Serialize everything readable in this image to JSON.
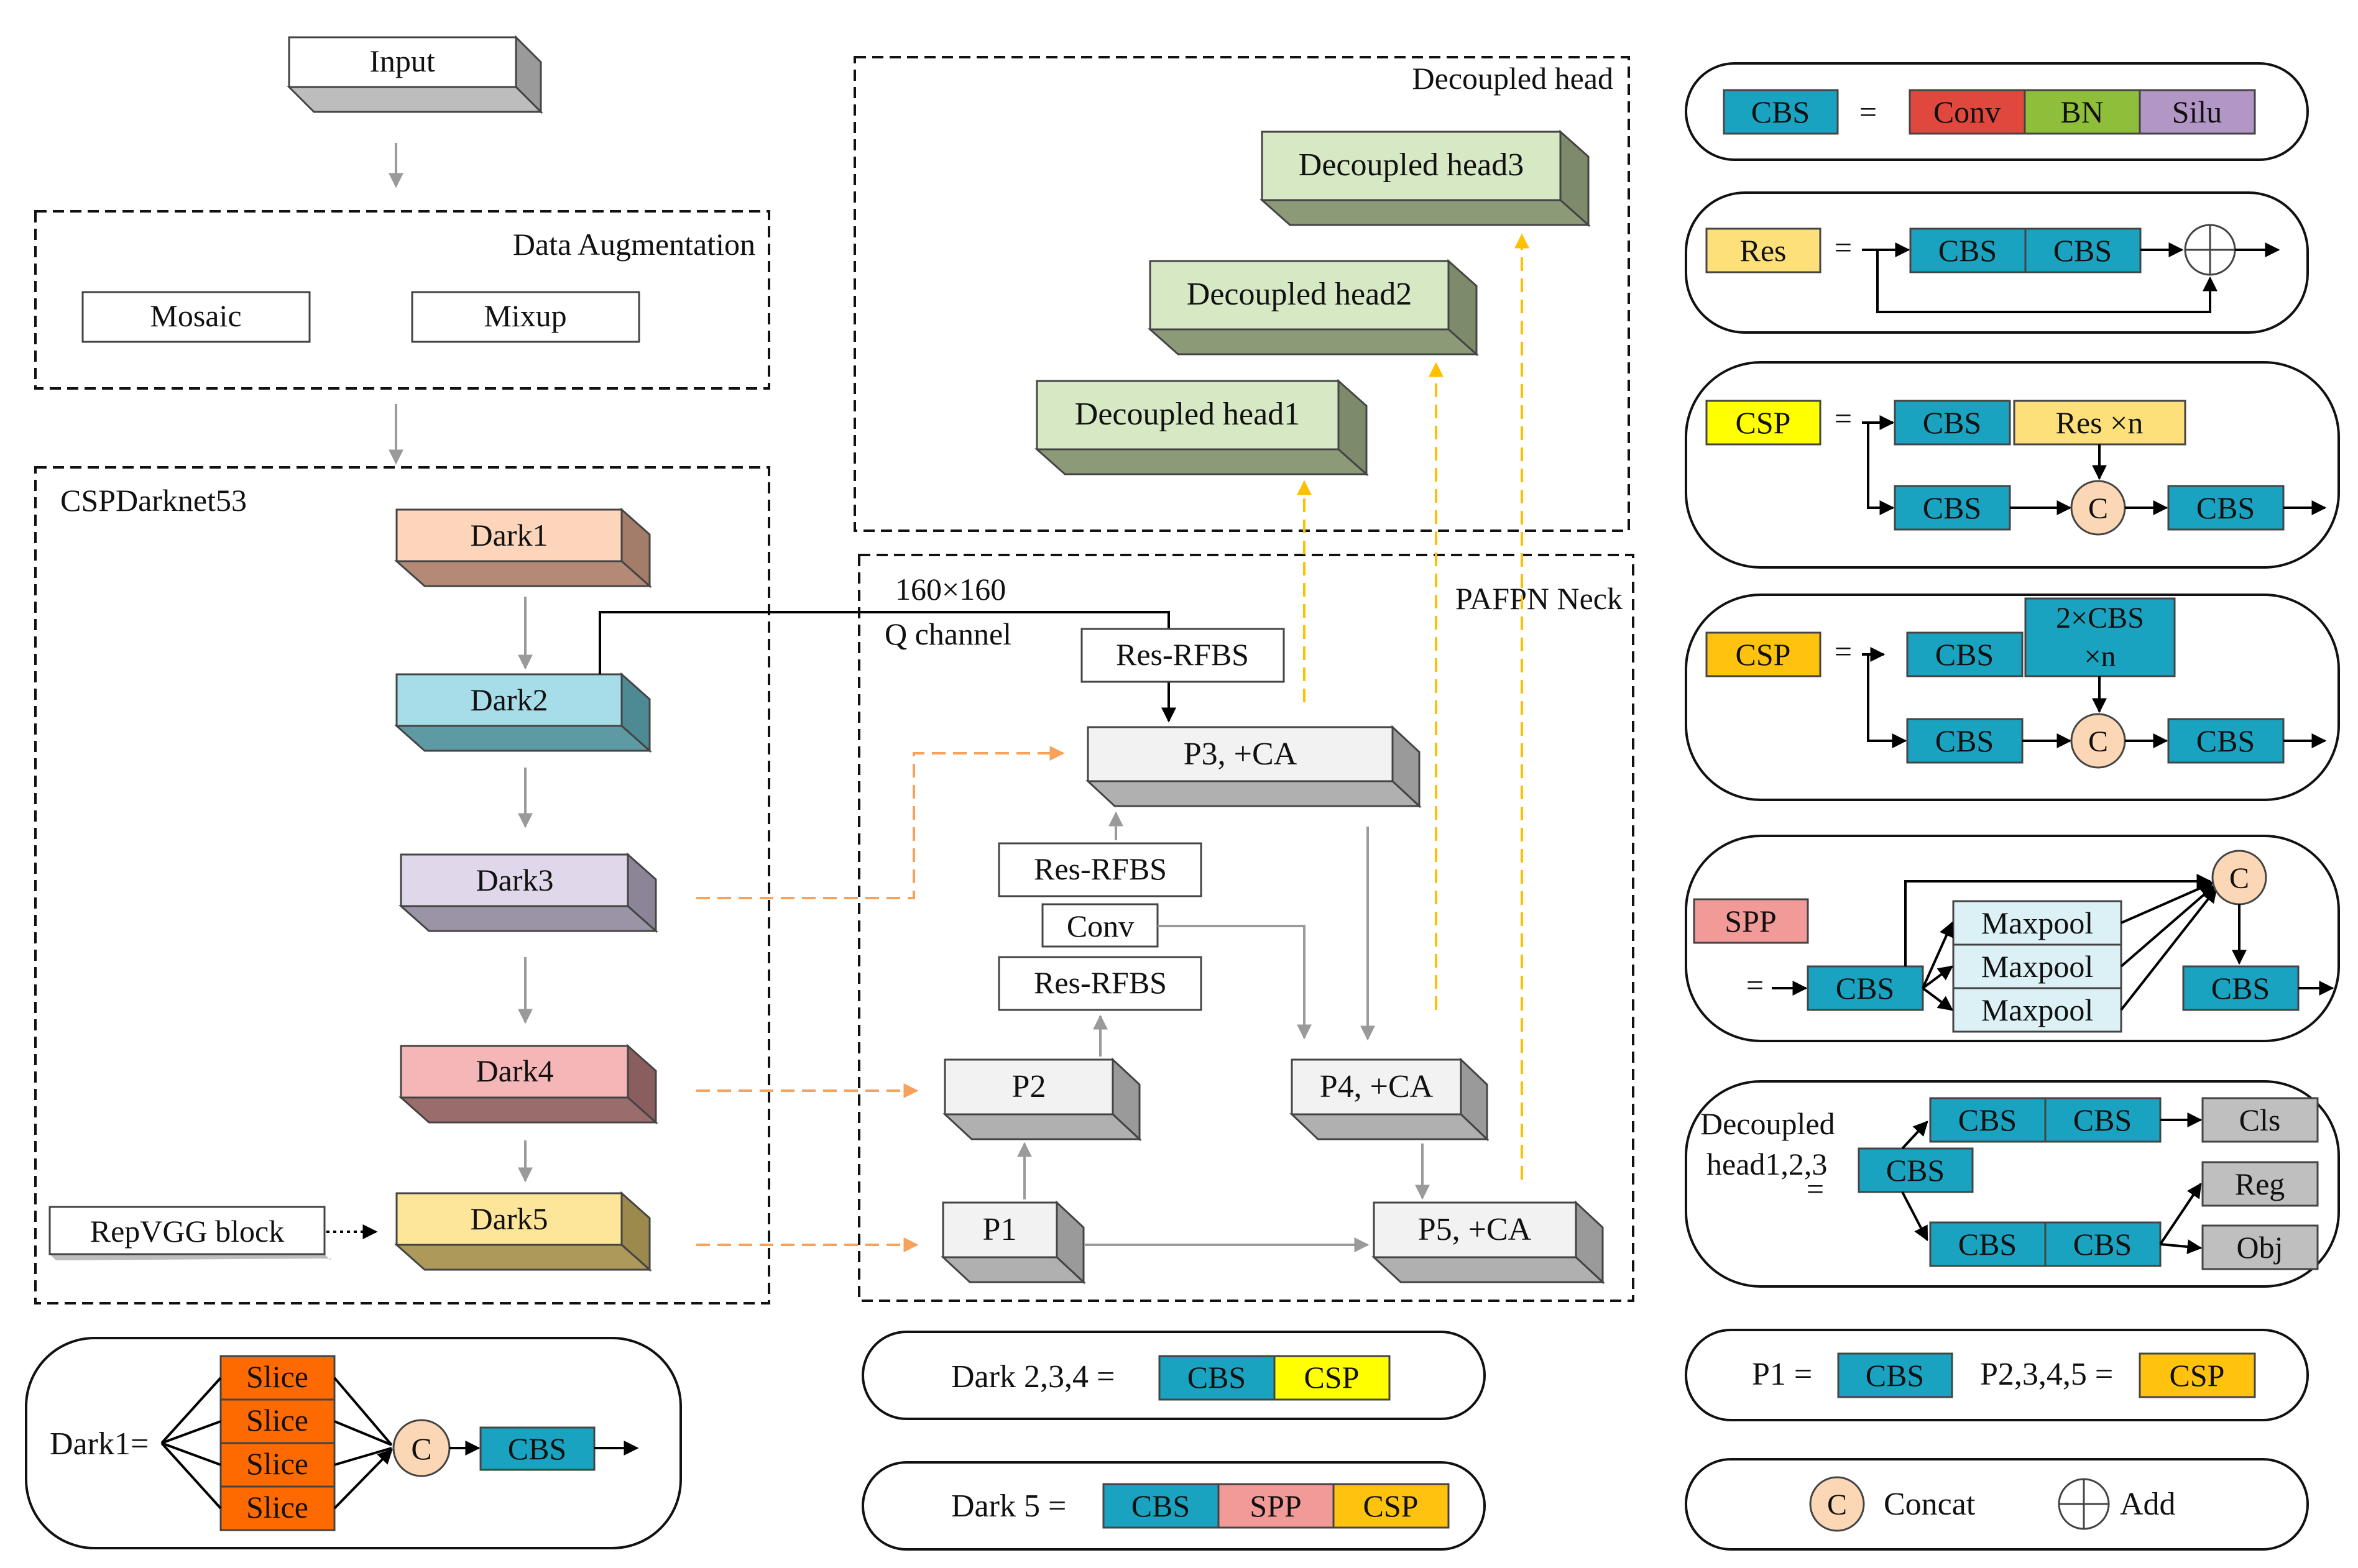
{
  "colors": {
    "cbs": "#1aa3c1",
    "conv": "#e0483d",
    "bn": "#8fbf3a",
    "silu": "#b196c6",
    "res": "#fde07a",
    "csp1": "#ffff00",
    "csp2": "#ffc20e",
    "spp": "#f29a97",
    "slice": "#ff6a00",
    "concat": "#fcd7b6",
    "maxpool": "#dbf1f5",
    "dark1": "#fdd5bb",
    "dark2": "#a7dde8",
    "dark3": "#e0d8ea",
    "dark4": "#f4b6b6",
    "dark5": "#fde59a",
    "decoupled": "#d6e8c4",
    "neck": "#f2f2f2",
    "gray_arrow": "#9a9a9a",
    "orange_arrow": "#f7a15a",
    "yellow_arrow": "#ffc000"
  },
  "backbone": {
    "input": "Input",
    "aug_title": "Data Augmentation",
    "mosaic": "Mosaic",
    "mixup": "Mixup",
    "darknet_title": "CSPDarknet53",
    "dark1": "Dark1",
    "dark2": "Dark2",
    "dark3": "Dark3",
    "dark4": "Dark4",
    "dark5": "Dark5",
    "repvgg": "RepVGG block"
  },
  "head": {
    "title": "Decoupled head",
    "h1": "Decoupled head1",
    "h2": "Decoupled head2",
    "h3": "Decoupled head3"
  },
  "neck": {
    "title": "PAFPN Neck",
    "res_top": "160×160",
    "q_channel": "Q channel",
    "res_rfbs_top": "Res-RFBS",
    "p3": "P3, +CA",
    "res_rfbs_mid": "Res-RFBS",
    "conv": "Conv",
    "res_rfbs_low": "Res-RFBS",
    "p2": "P2",
    "p4": "P4, +CA",
    "p1": "P1",
    "p5": "P5, +CA"
  },
  "legend": {
    "cbs": "CBS",
    "eq": "=",
    "conv": "Conv",
    "bn": "BN",
    "silu": "Silu",
    "res": "Res",
    "csp": "CSP",
    "res_n": "Res ×n",
    "two_cbs": "2×CBS",
    "times_n": "×n",
    "c": "C",
    "spp": "SPP",
    "maxpool": "Maxpool",
    "decoupled_l1": "Decoupled",
    "decoupled_l2": "head1,2,3",
    "cls": "Cls",
    "reg": "Reg",
    "obj": "Obj",
    "p1_eq": "P1 =",
    "p2345_eq": "P2,3,4,5 =",
    "concat": "Concat",
    "add": "Add"
  },
  "bottom": {
    "dark1_eq": "Dark1=",
    "slice": "Slice",
    "dark234_eq": "Dark 2,3,4 =",
    "dark5_eq": "Dark 5 ="
  }
}
